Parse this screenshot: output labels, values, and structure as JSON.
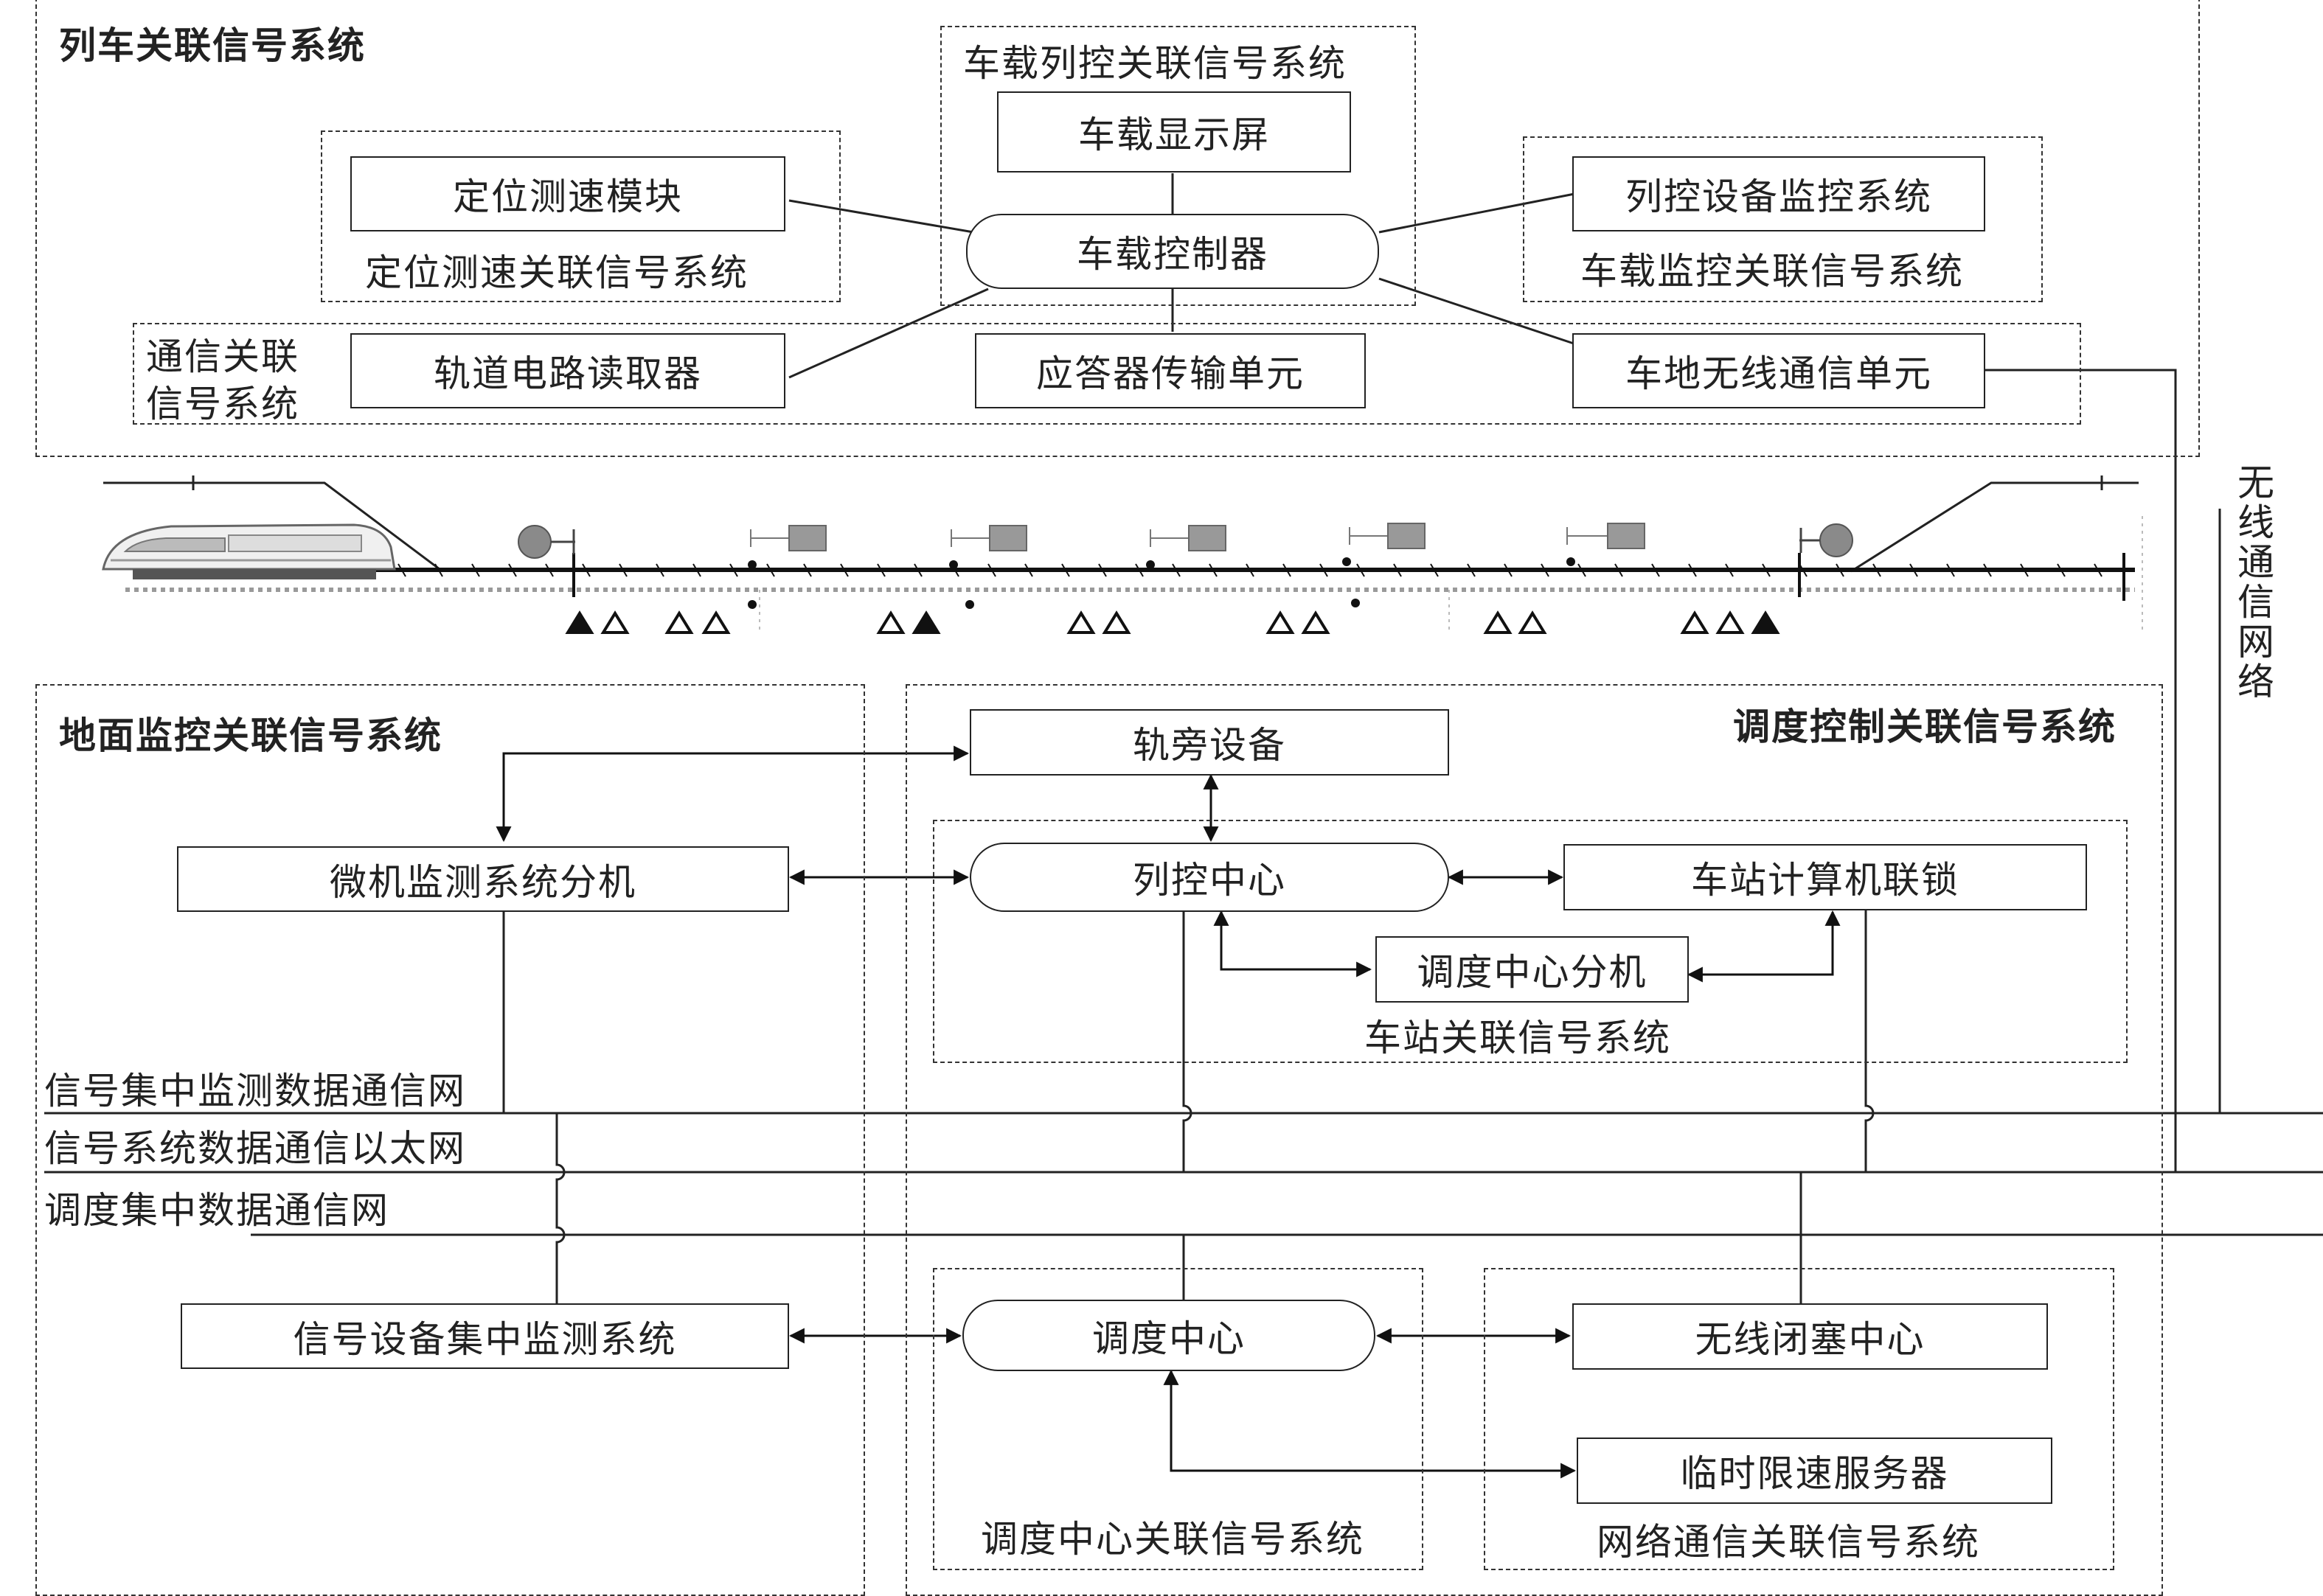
{
  "train_system": {
    "title": "列车关联信号系统",
    "onboard_group_label": "车载列控关联信号系统",
    "display": "车载显示屏",
    "controller": "车载控制器",
    "positioning_module": "定位测速模块",
    "positioning_group_label": "定位测速关联信号系统",
    "monitor_system": "列控设备监控系统",
    "monitor_group_label": "车载监控关联信号系统",
    "comm_group_label_line1": "通信关联",
    "comm_group_label_line2": "信号系统",
    "track_circuit_reader": "轨道电路读取器",
    "balise_unit": "应答器传输单元",
    "radio_unit": "车地无线通信单元"
  },
  "wireless_network_label": "无线通信网络",
  "ground_system": {
    "title": "地面监控关联信号系统",
    "microcomputer_extension": "微机监测系统分机",
    "centralized_monitoring": "信号设备集中监测系统"
  },
  "networks": {
    "signal_monitoring_net": "信号集中监测数据通信网",
    "signal_ethernet": "信号系统数据通信以太网",
    "dispatch_net": "调度集中数据通信网"
  },
  "dispatch_system": {
    "title": "调度控制关联信号系统",
    "trackside_equipment": "轨旁设备",
    "tcc": "列控中心",
    "interlocking": "车站计算机联锁",
    "dispatch_extension": "调度中心分机",
    "station_group_label": "车站关联信号系统",
    "dispatch_center": "调度中心",
    "dispatch_group_label": "调度中心关联信号系统",
    "rbc": "无线闭塞中心",
    "tsr_server": "临时限速服务器",
    "network_group_label": "网络通信关联信号系统"
  },
  "colors": {
    "line": "#222222",
    "track": "#111111",
    "rail_gray": "#9a9a9a",
    "signal_gray": "#8a8a8a"
  }
}
